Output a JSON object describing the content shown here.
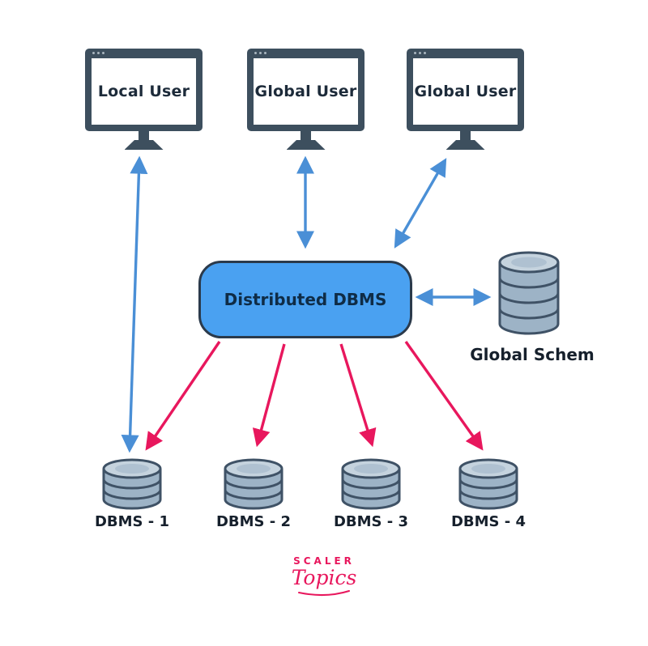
{
  "users": [
    {
      "label": "Local User"
    },
    {
      "label": "Global User"
    },
    {
      "label": "Global User"
    }
  ],
  "central": {
    "label": "Distributed DBMS"
  },
  "global_schema": {
    "label": "Global Schem"
  },
  "dbms_nodes": [
    {
      "label": "DBMS - 1"
    },
    {
      "label": "DBMS - 2"
    },
    {
      "label": "DBMS - 3"
    },
    {
      "label": "DBMS - 4"
    }
  ],
  "logo": {
    "brand": "SCALER",
    "sub": "Topics"
  },
  "edges": [
    {
      "from": "local-user",
      "to": "dbms-1",
      "heads": "double",
      "color": "blue"
    },
    {
      "from": "global-user-1",
      "to": "distributed-dbms",
      "heads": "double",
      "color": "blue"
    },
    {
      "from": "global-user-2",
      "to": "distributed-dbms",
      "heads": "double",
      "color": "blue"
    },
    {
      "from": "distributed-dbms",
      "to": "global-schema",
      "heads": "double",
      "color": "blue"
    },
    {
      "from": "distributed-dbms",
      "to": "dbms-1",
      "heads": "single",
      "color": "pink"
    },
    {
      "from": "distributed-dbms",
      "to": "dbms-2",
      "heads": "single",
      "color": "pink"
    },
    {
      "from": "distributed-dbms",
      "to": "dbms-3",
      "heads": "single",
      "color": "pink"
    },
    {
      "from": "distributed-dbms",
      "to": "dbms-4",
      "heads": "single",
      "color": "pink"
    }
  ],
  "colors": {
    "blue_arrow": "#4a8fd6",
    "pink_arrow": "#e8175d",
    "box_fill": "#4aa1f1",
    "box_border": "#2b3a4b",
    "monitor_frame": "#3d4f5e",
    "cylinder_fill": "#9db3c6",
    "cylinder_top": "#c5d3de",
    "cylinder_stroke": "#3f5266",
    "label_text": "#16202c",
    "logo_pink": "#e8175d"
  }
}
